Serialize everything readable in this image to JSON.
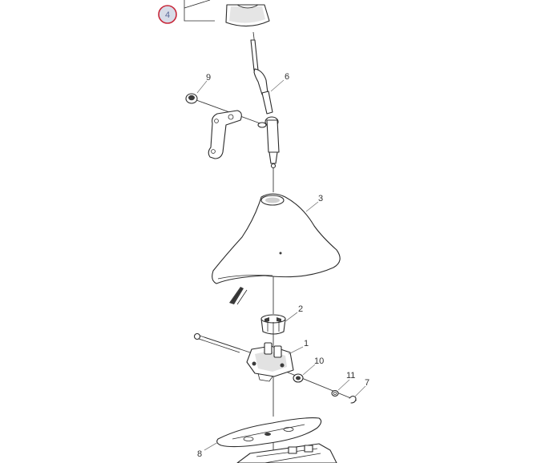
{
  "diagram": {
    "highlighted_callout": "4",
    "parts": [
      {
        "number": "1"
      },
      {
        "number": "2"
      },
      {
        "number": "3"
      },
      {
        "number": "6"
      },
      {
        "number": "7"
      },
      {
        "number": "8"
      },
      {
        "number": "9"
      },
      {
        "number": "10"
      },
      {
        "number": "11"
      }
    ],
    "colors": {
      "highlight_ring": "#c8283a",
      "highlight_fill": "#d7dce8",
      "line": "#2b2b2b",
      "shading": "#cfcfcf"
    }
  }
}
